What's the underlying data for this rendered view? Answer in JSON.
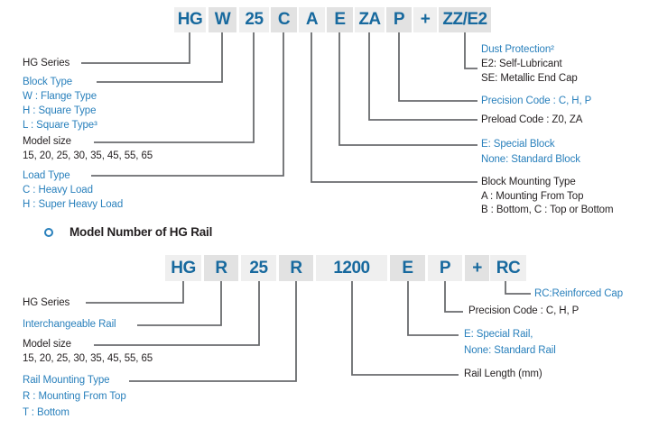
{
  "colors": {
    "code_text": "#17699e",
    "label_blue": "#2980bc",
    "label_black": "#231f20",
    "box_light": "#efefef",
    "box_dark": "#e2e2e2",
    "connector": "#6a6b6e"
  },
  "block_diagram": {
    "code_segments": [
      "HG",
      "W",
      "25",
      "C",
      "A",
      "E",
      "ZA",
      "P",
      "+",
      "ZZ/E2"
    ],
    "left_labels": [
      {
        "text": "HG Series",
        "color": "black"
      },
      {
        "text": "Block Type",
        "color": "blue"
      },
      {
        "text": "W : Flange Type",
        "color": "blue"
      },
      {
        "text": "H : Square Type",
        "color": "blue"
      },
      {
        "text": "L : Square Type³",
        "color": "blue"
      },
      {
        "text": "Model size",
        "color": "black"
      },
      {
        "text": "15, 20, 25, 30, 35, 45, 55, 65",
        "color": "black"
      },
      {
        "text": "Load Type",
        "color": "blue"
      },
      {
        "text": "C : Heavy Load",
        "color": "blue"
      },
      {
        "text": "H : Super Heavy Load",
        "color": "blue"
      }
    ],
    "right_labels": [
      {
        "text": "Dust Protection²",
        "color": "blue"
      },
      {
        "text": "E2: Self-Lubricant",
        "color": "black"
      },
      {
        "text": "SE: Metallic End Cap",
        "color": "black"
      },
      {
        "text": "Precision Code : C, H, P",
        "color": "blue"
      },
      {
        "text": "Preload Code : Z0, ZA",
        "color": "black"
      },
      {
        "text": "E: Special Block",
        "color": "blue"
      },
      {
        "text": "None: Standard Block",
        "color": "blue"
      },
      {
        "text": "Block Mounting Type",
        "color": "black"
      },
      {
        "text": "A : Mounting From Top",
        "color": "black"
      },
      {
        "text": "B : Bottom, C : Top or Bottom",
        "color": "black"
      }
    ]
  },
  "rail_diagram": {
    "heading": "Model Number of HG Rail",
    "code_segments": [
      "HG",
      "R",
      "25",
      "R",
      "1200",
      "E",
      "P",
      "+",
      "RC"
    ],
    "left_labels": [
      {
        "text": "HG Series",
        "color": "black"
      },
      {
        "text": "Interchangeable Rail",
        "color": "blue"
      },
      {
        "text": "Model size",
        "color": "black"
      },
      {
        "text": "15, 20, 25, 30, 35, 45, 55, 65",
        "color": "black"
      },
      {
        "text": "Rail Mounting Type",
        "color": "blue"
      },
      {
        "text": "R : Mounting From Top",
        "color": "blue"
      },
      {
        "text": "T : Bottom",
        "color": "blue"
      }
    ],
    "right_labels": [
      {
        "text": "RC:Reinforced Cap",
        "color": "blue"
      },
      {
        "text": "Precision Code : C, H, P",
        "color": "black"
      },
      {
        "text": "E: Special Rail,",
        "color": "blue"
      },
      {
        "text": "None: Standard Rail",
        "color": "blue"
      },
      {
        "text": "Rail Length (mm)",
        "color": "black"
      }
    ]
  }
}
